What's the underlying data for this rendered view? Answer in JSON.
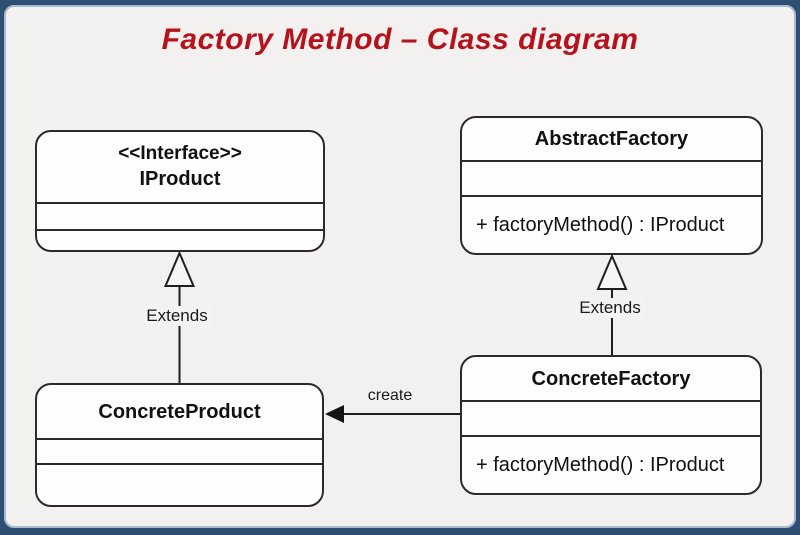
{
  "title": "Factory Method – Class diagram",
  "colors": {
    "title_text": "#b5121b",
    "frame_border": "#2f4e74",
    "canvas_background": "#f2f1ef",
    "box_fill": "#fdfdfc",
    "box_border": "#2b2b2b"
  },
  "classes": {
    "iproduct": {
      "stereotype": "<<Interface>>",
      "name": "IProduct"
    },
    "abstract_factory": {
      "name": "AbstractFactory",
      "operation": "+ factoryMethod() : IProduct"
    },
    "concrete_product": {
      "name": "ConcreteProduct"
    },
    "concrete_factory": {
      "name": "ConcreteFactory",
      "operation": "+ factoryMethod() : IProduct"
    }
  },
  "relationships": {
    "extends_left": {
      "label": "Extends",
      "type": "generalization",
      "from": "ConcreteProduct",
      "to": "IProduct"
    },
    "extends_right": {
      "label": "Extends",
      "type": "generalization",
      "from": "ConcreteFactory",
      "to": "AbstractFactory"
    },
    "create": {
      "label": "create",
      "type": "directed-association",
      "from": "ConcreteFactory",
      "to": "ConcreteProduct"
    }
  }
}
